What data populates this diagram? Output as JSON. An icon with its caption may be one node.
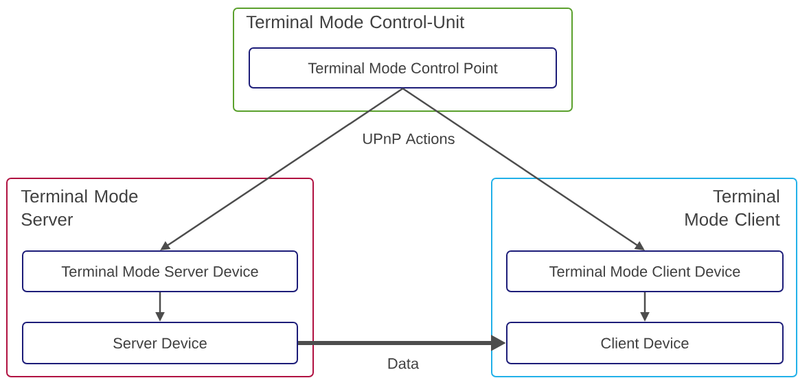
{
  "diagram": {
    "nodes": [
      {
        "text": [
          "Terminal Mode Control-Unit"
        ]
      },
      {
        "text": [
          "Terminal Mode Control Point"
        ],
        "in": 0
      },
      {
        "text": [
          "Terminal Mode Server"
        ]
      },
      {
        "text": [
          "Terminal Mode Server Device"
        ],
        "in": 2
      },
      {
        "text": [
          "Server Device"
        ],
        "in": 2
      },
      {
        "text": [
          "Terminal Mode Client"
        ]
      },
      {
        "text": [
          "Terminal Mode Client Device"
        ],
        "in": 5
      },
      {
        "text": [
          "Client Device"
        ],
        "in": 5
      }
    ],
    "edges": [
      {
        "from": 1,
        "to": 3,
        "arrow": "to",
        "label": "UPnP Actions"
      },
      {
        "from": 1,
        "to": 6,
        "arrow": "to"
      },
      {
        "from": 3,
        "to": 4,
        "arrow": "to"
      },
      {
        "from": 6,
        "to": 7,
        "arrow": "to"
      },
      {
        "from": 4,
        "to": 7,
        "arrow": "to",
        "label": "Data",
        "style": "thick"
      }
    ]
  }
}
